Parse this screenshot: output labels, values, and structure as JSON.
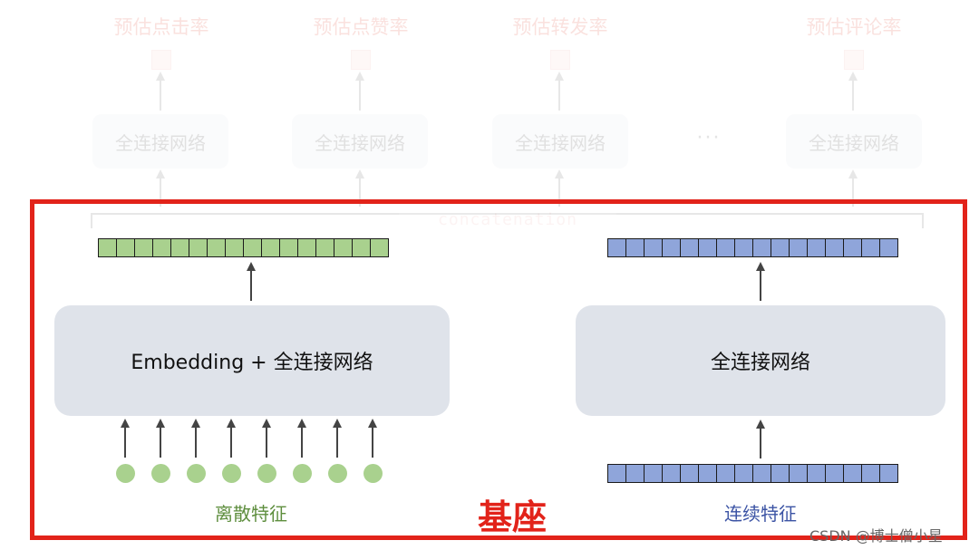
{
  "heads": [
    {
      "label": "预估点击率",
      "fc_label": "全连接网络"
    },
    {
      "label": "预估点赞率",
      "fc_label": "全连接网络"
    },
    {
      "label": "预估转发率",
      "fc_label": "全连接网络"
    },
    {
      "label": "预估评论率",
      "fc_label": "全连接网络"
    }
  ],
  "ellipsis": "···",
  "concat_label": "concatenation",
  "left_branch": {
    "module_label": "Embedding + 全连接网络",
    "input_label": "离散特征",
    "vector_color": "#a9d18e"
  },
  "right_branch": {
    "module_label": "全连接网络",
    "input_label": "连续特征",
    "vector_color": "#8fa5da"
  },
  "base_label": "基座",
  "watermark": "CSDN @博士僧小星"
}
